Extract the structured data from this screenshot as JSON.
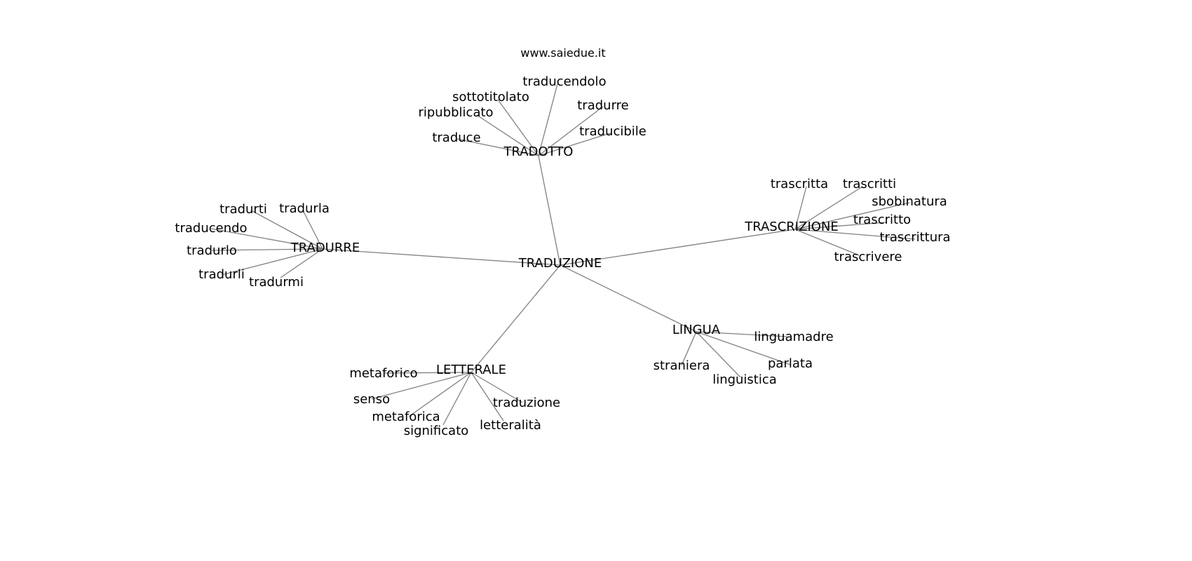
{
  "title": "www.saiedue.it",
  "graph": {
    "root": "TRADUZIONE",
    "hubs": [
      {
        "label": "TRADOTTO",
        "leaves": [
          "traduce",
          "ripubblicato",
          "sottotitolato",
          "traducendolo",
          "tradurre",
          "traducibile"
        ]
      },
      {
        "label": "TRASCRIZIONE",
        "leaves": [
          "trascritta",
          "trascritti",
          "sbobinatura",
          "trascritto",
          "trascrittura",
          "trascrivere"
        ]
      },
      {
        "label": "TRADURRE",
        "leaves": [
          "tradurti",
          "tradurla",
          "traducendo",
          "tradurlo",
          "tradurli",
          "tradurmi"
        ]
      },
      {
        "label": "LINGUA",
        "leaves": [
          "linguamadre",
          "parlata",
          "linguistica",
          "straniera"
        ]
      },
      {
        "label": "LETTERALE",
        "leaves": [
          "metaforico",
          "senso",
          "metaforica",
          "significato",
          "letteralità",
          "traduzione"
        ]
      }
    ]
  },
  "colors": {
    "edge": "#808080",
    "text": "#000000",
    "background": "#ffffff"
  }
}
